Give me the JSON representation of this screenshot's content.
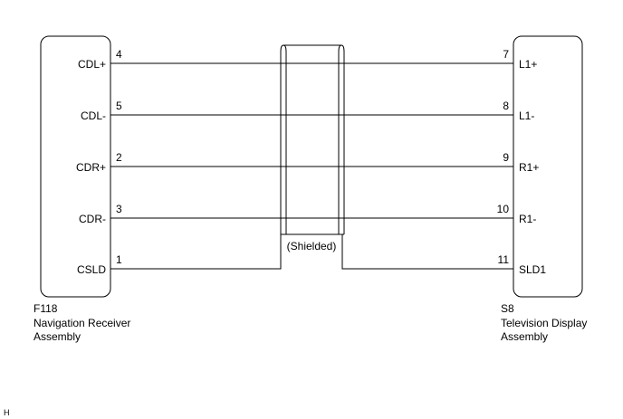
{
  "left_connector": {
    "code": "F118",
    "name_line1": "Navigation Receiver",
    "name_line2": "Assembly"
  },
  "right_connector": {
    "code": "S8",
    "name_line1": "Television Display",
    "name_line2": "Assembly"
  },
  "shield_label": "(Shielded)",
  "wires": [
    {
      "left_signal": "CDL+",
      "left_pin": "4",
      "right_pin": "7",
      "right_signal": "L1+"
    },
    {
      "left_signal": "CDL-",
      "left_pin": "5",
      "right_pin": "8",
      "right_signal": "L1-"
    },
    {
      "left_signal": "CDR+",
      "left_pin": "2",
      "right_pin": "9",
      "right_signal": "R1+"
    },
    {
      "left_signal": "CDR-",
      "left_pin": "3",
      "right_pin": "10",
      "right_signal": "R1-"
    },
    {
      "left_signal": "CSLD",
      "left_pin": "1",
      "right_pin": "11",
      "right_signal": "SLD1"
    }
  ],
  "corner_mark": "H"
}
